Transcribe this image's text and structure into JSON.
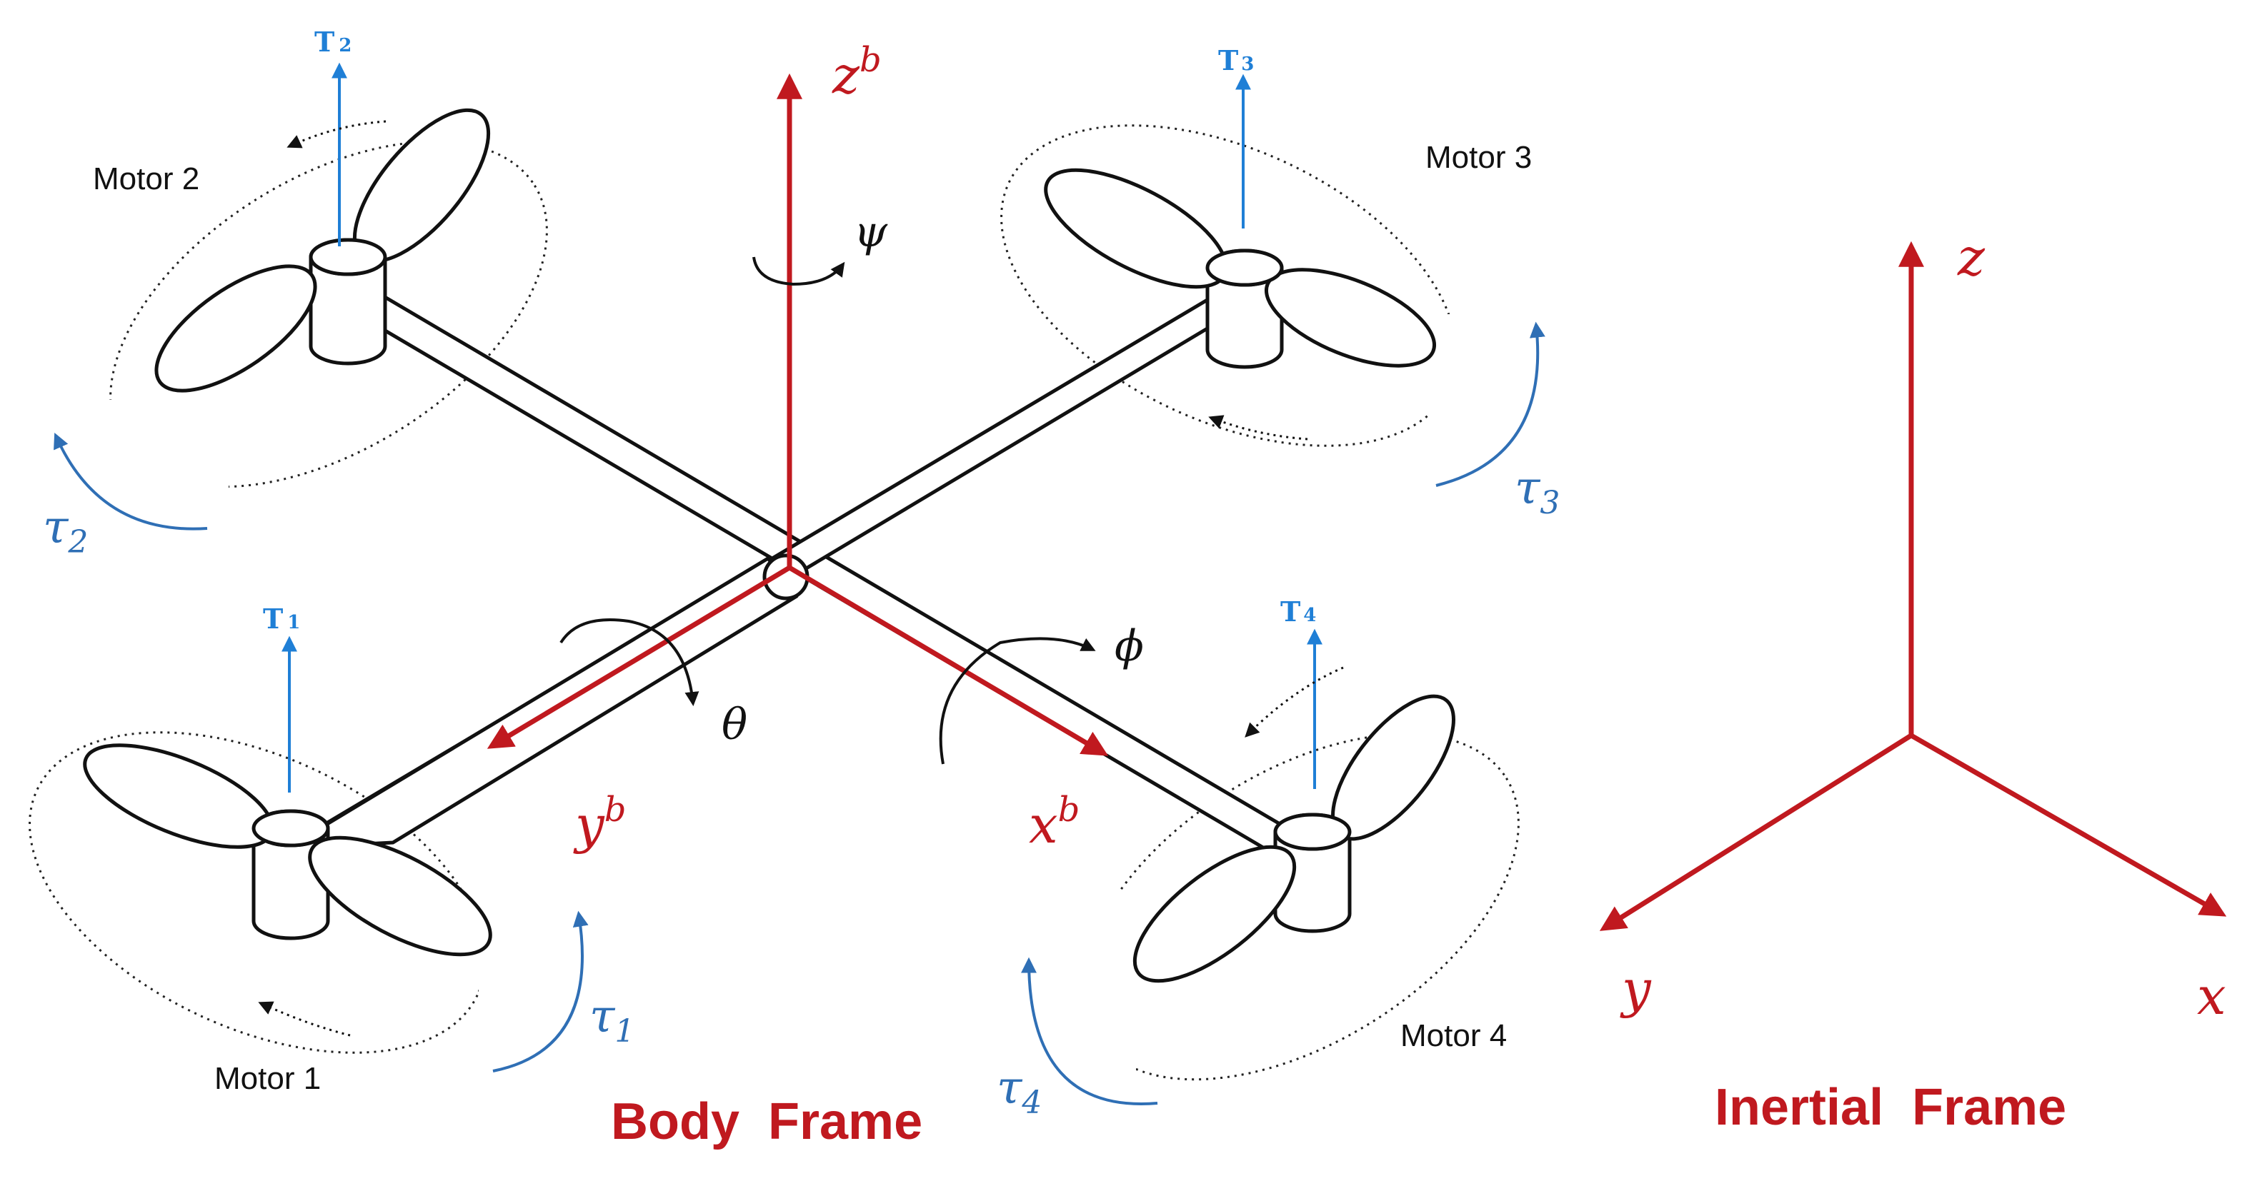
{
  "colors": {
    "axis_red": "#c0191f",
    "torque_blue": "#2f6fb5",
    "thrust_blue": "#1f7fd6",
    "outline": "#111111"
  },
  "motors": [
    {
      "label": "Motor 1",
      "thrust": "T",
      "thrust_sub": "1",
      "torque": "τ",
      "torque_sub": "1"
    },
    {
      "label": "Motor 2",
      "thrust": "T",
      "thrust_sub": "2",
      "torque": "τ",
      "torque_sub": "2"
    },
    {
      "label": "Motor 3",
      "thrust": "T",
      "thrust_sub": "3",
      "torque": "τ",
      "torque_sub": "3"
    },
    {
      "label": "Motor 4",
      "thrust": "T",
      "thrust_sub": "4",
      "torque": "τ",
      "torque_sub": "4"
    }
  ],
  "body_axes": {
    "z": "z",
    "z_sup": "b",
    "y": "y",
    "y_sup": "b",
    "x": "x",
    "x_sup": "b"
  },
  "angles": {
    "psi": "ψ",
    "theta": "θ",
    "phi": "ϕ"
  },
  "inertial_axes": {
    "z": "z",
    "y": "y",
    "x": "x"
  },
  "frames": {
    "body": "Body  Frame",
    "inertial": "Inertial  Frame"
  }
}
